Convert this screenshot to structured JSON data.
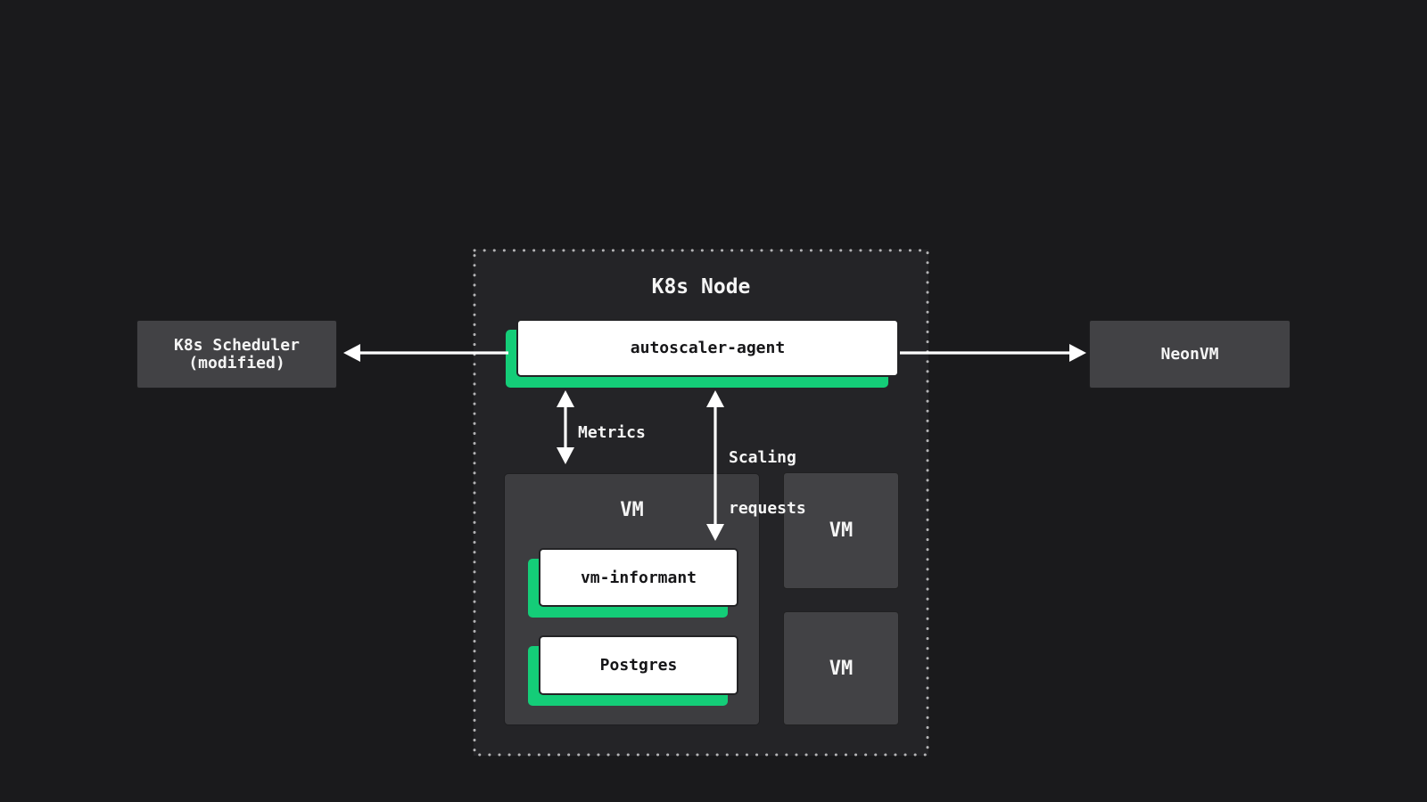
{
  "colors": {
    "page_bg": "#1a1a1c",
    "node_bg": "#242427",
    "gray_box_bg": "#424245",
    "vm_container_bg": "#3d3d40",
    "white_box_bg": "#ffffff",
    "white_box_border": "#232325",
    "accent_green": "#14cd78",
    "arrow_white": "#ffffff",
    "dot_gray": "#b3b3b5",
    "text_light": "#f5f5f5",
    "text_dark": "#161618"
  },
  "node": {
    "title": "K8s Node",
    "autoscaler_label": "autoscaler-agent",
    "vm_main": {
      "title": "VM",
      "pods": [
        {
          "label": "vm-informant"
        },
        {
          "label": "Postgres"
        }
      ]
    },
    "vm_small": [
      {
        "label": "VM"
      },
      {
        "label": "VM"
      }
    ]
  },
  "external": {
    "scheduler": {
      "line1": "K8s Scheduler",
      "line2": "(modified)"
    },
    "neonvm": {
      "label": "NeonVM"
    }
  },
  "connections": {
    "metrics_label": "Metrics",
    "scaling_label": [
      "Scaling",
      "requests"
    ]
  }
}
